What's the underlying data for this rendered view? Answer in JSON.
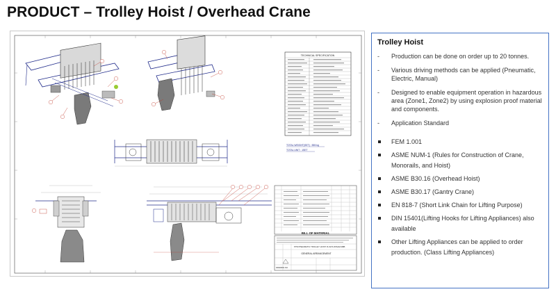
{
  "page": {
    "title": "PRODUCT – Trolley Hoist / Overhead Crane"
  },
  "info": {
    "heading": "Trolley Hoist",
    "dash_items": [
      {
        "mark": "-",
        "text": "Production can be done on order up to 20 tonnes."
      },
      {
        "mark": "-",
        "text": "Various driving methods can be applied (Pneumatic, Electric, Manual)"
      },
      {
        "mark": "-",
        "text": "Designed to enable equipment operation in hazardous area (Zone1, Zone2) by using explosion proof material and components."
      },
      {
        "mark": "-",
        "text": "Application Standard"
      }
    ],
    "standards": [
      "FEM 1.001",
      "ASME NUM-1 (Rules for Construction of Crane, Monorails, and Hoist)",
      "ASME B30.16 (Overhead Hoist)",
      "ASME B30.17 (Gantry Crane)",
      "EN 818-7 (Short Link Chain for Lifting Purpose)",
      "DIN 15401(Lifting Hooks for Lifting Appliances) also available",
      "Other Lifting Appliances can be applied to order production. (Class Lifting Appliances)"
    ]
  },
  "drawing": {
    "spec_title": "TECHNICAL SPECIFICATION",
    "total_weight": "TOTAL WEIGHT(SET) : 555 kg",
    "total_unit": "TOTAL UNIT : 1SET",
    "bom_title": "BILL OF MATERIAL",
    "drawing_title": "GENERAL ARRANGEMENT",
    "drawing_name": "6T50 PNEUMATIC TROLLEY HOIST 3U ETA W/SAHI/ABB",
    "drawing_no_label": "DRAWING NO."
  },
  "colors": {
    "accent": "#4472c4",
    "line": "#1f2a8a",
    "part": "#555555",
    "callout": "#c0392b"
  }
}
